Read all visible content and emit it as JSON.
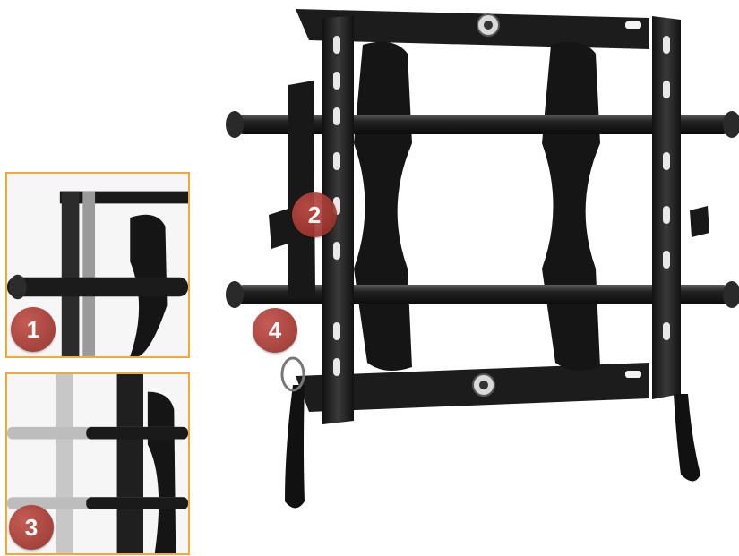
{
  "badges": [
    {
      "label": "1"
    },
    {
      "label": "2"
    },
    {
      "label": "3"
    },
    {
      "label": "4"
    }
  ],
  "colors": {
    "inset_border": "#f2a93b",
    "badge_fill": "#a63a33",
    "metal": "#1a1a1a",
    "metal_highlight": "#5a5a5a",
    "background": "#ffffff"
  },
  "icons": {
    "main": "tilting-tv-wall-mount",
    "inset1": "mount-side-detail",
    "inset3": "mount-rail-detail"
  }
}
